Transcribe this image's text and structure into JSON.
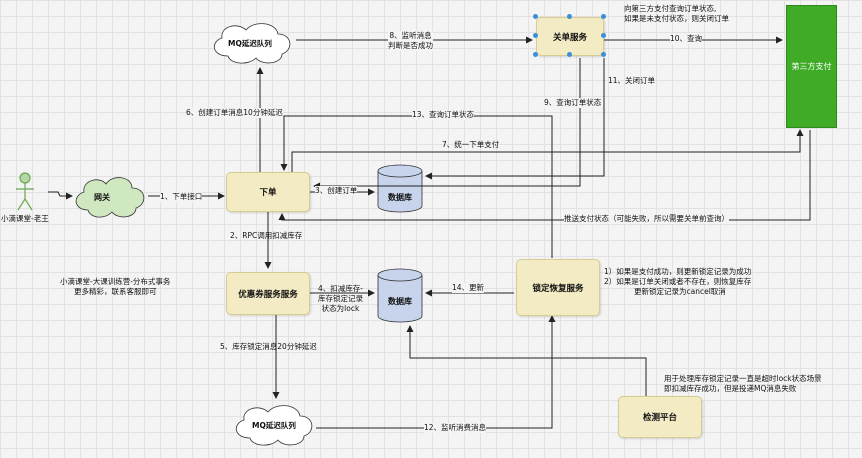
{
  "nodes": {
    "actor": "小滴课堂-老王",
    "gateway": "网关",
    "order": "下单",
    "coupon": "优惠券服务服务",
    "close_service": "关单服务",
    "third_pay": "第三方支付",
    "lock_recovery": "锁定恢复服务",
    "detect_platform": "检测平台",
    "mq_top": "MQ延迟队列",
    "mq_bottom": "MQ延迟队列",
    "db_top": "数据库",
    "db_bottom": "数据库"
  },
  "labels": {
    "e1": "1、下单接口",
    "e2": "2、RPC调用扣减库存",
    "e3": "3、创建订单",
    "e4": [
      "4、扣减库存-",
      "库存锁定记录",
      "状态为lock"
    ],
    "e5": "5、库存锁定消息20分钟延迟",
    "e6": "6、创建订单消息10分钟延迟",
    "e7": "7、统一下单支付",
    "e8": [
      "8、监听消息",
      "判断是否成功"
    ],
    "e9": "9、查询订单状态",
    "e10": "10、查询",
    "e11": "11、关闭订单",
    "e12": "12、监听消费消息",
    "e13": "13、查询订单状态",
    "e14": "14、更新",
    "push": "推送支付状态（可能失败，所以需要关单前查询）",
    "close_note": [
      "向第三方支付查询订单状态,",
      "如果是未支付状态，则关闭订单"
    ],
    "recover_note": [
      "1）如果是支付成功，则更新锁定记录为成功",
      "2）如果是订单关闭或者不存在，则恢复库存",
      "更新锁定记录为cancel取消"
    ],
    "detect_note": [
      "用于处理库存锁定记录一直是超时lock状态场景",
      "即扣减库存成功，但是投递MQ消息失败"
    ],
    "side_note": [
      "小滴课堂-大课训练营-分布式事务",
      "更多精彩，联系客服即可"
    ]
  },
  "colors": {
    "node_fill": "#f3ebc4",
    "third_pay_fill": "#3fab26",
    "cloud_fill": "#cfe8c0",
    "db_fill": "#c8d4ec",
    "selection": "#3a8fd8"
  }
}
